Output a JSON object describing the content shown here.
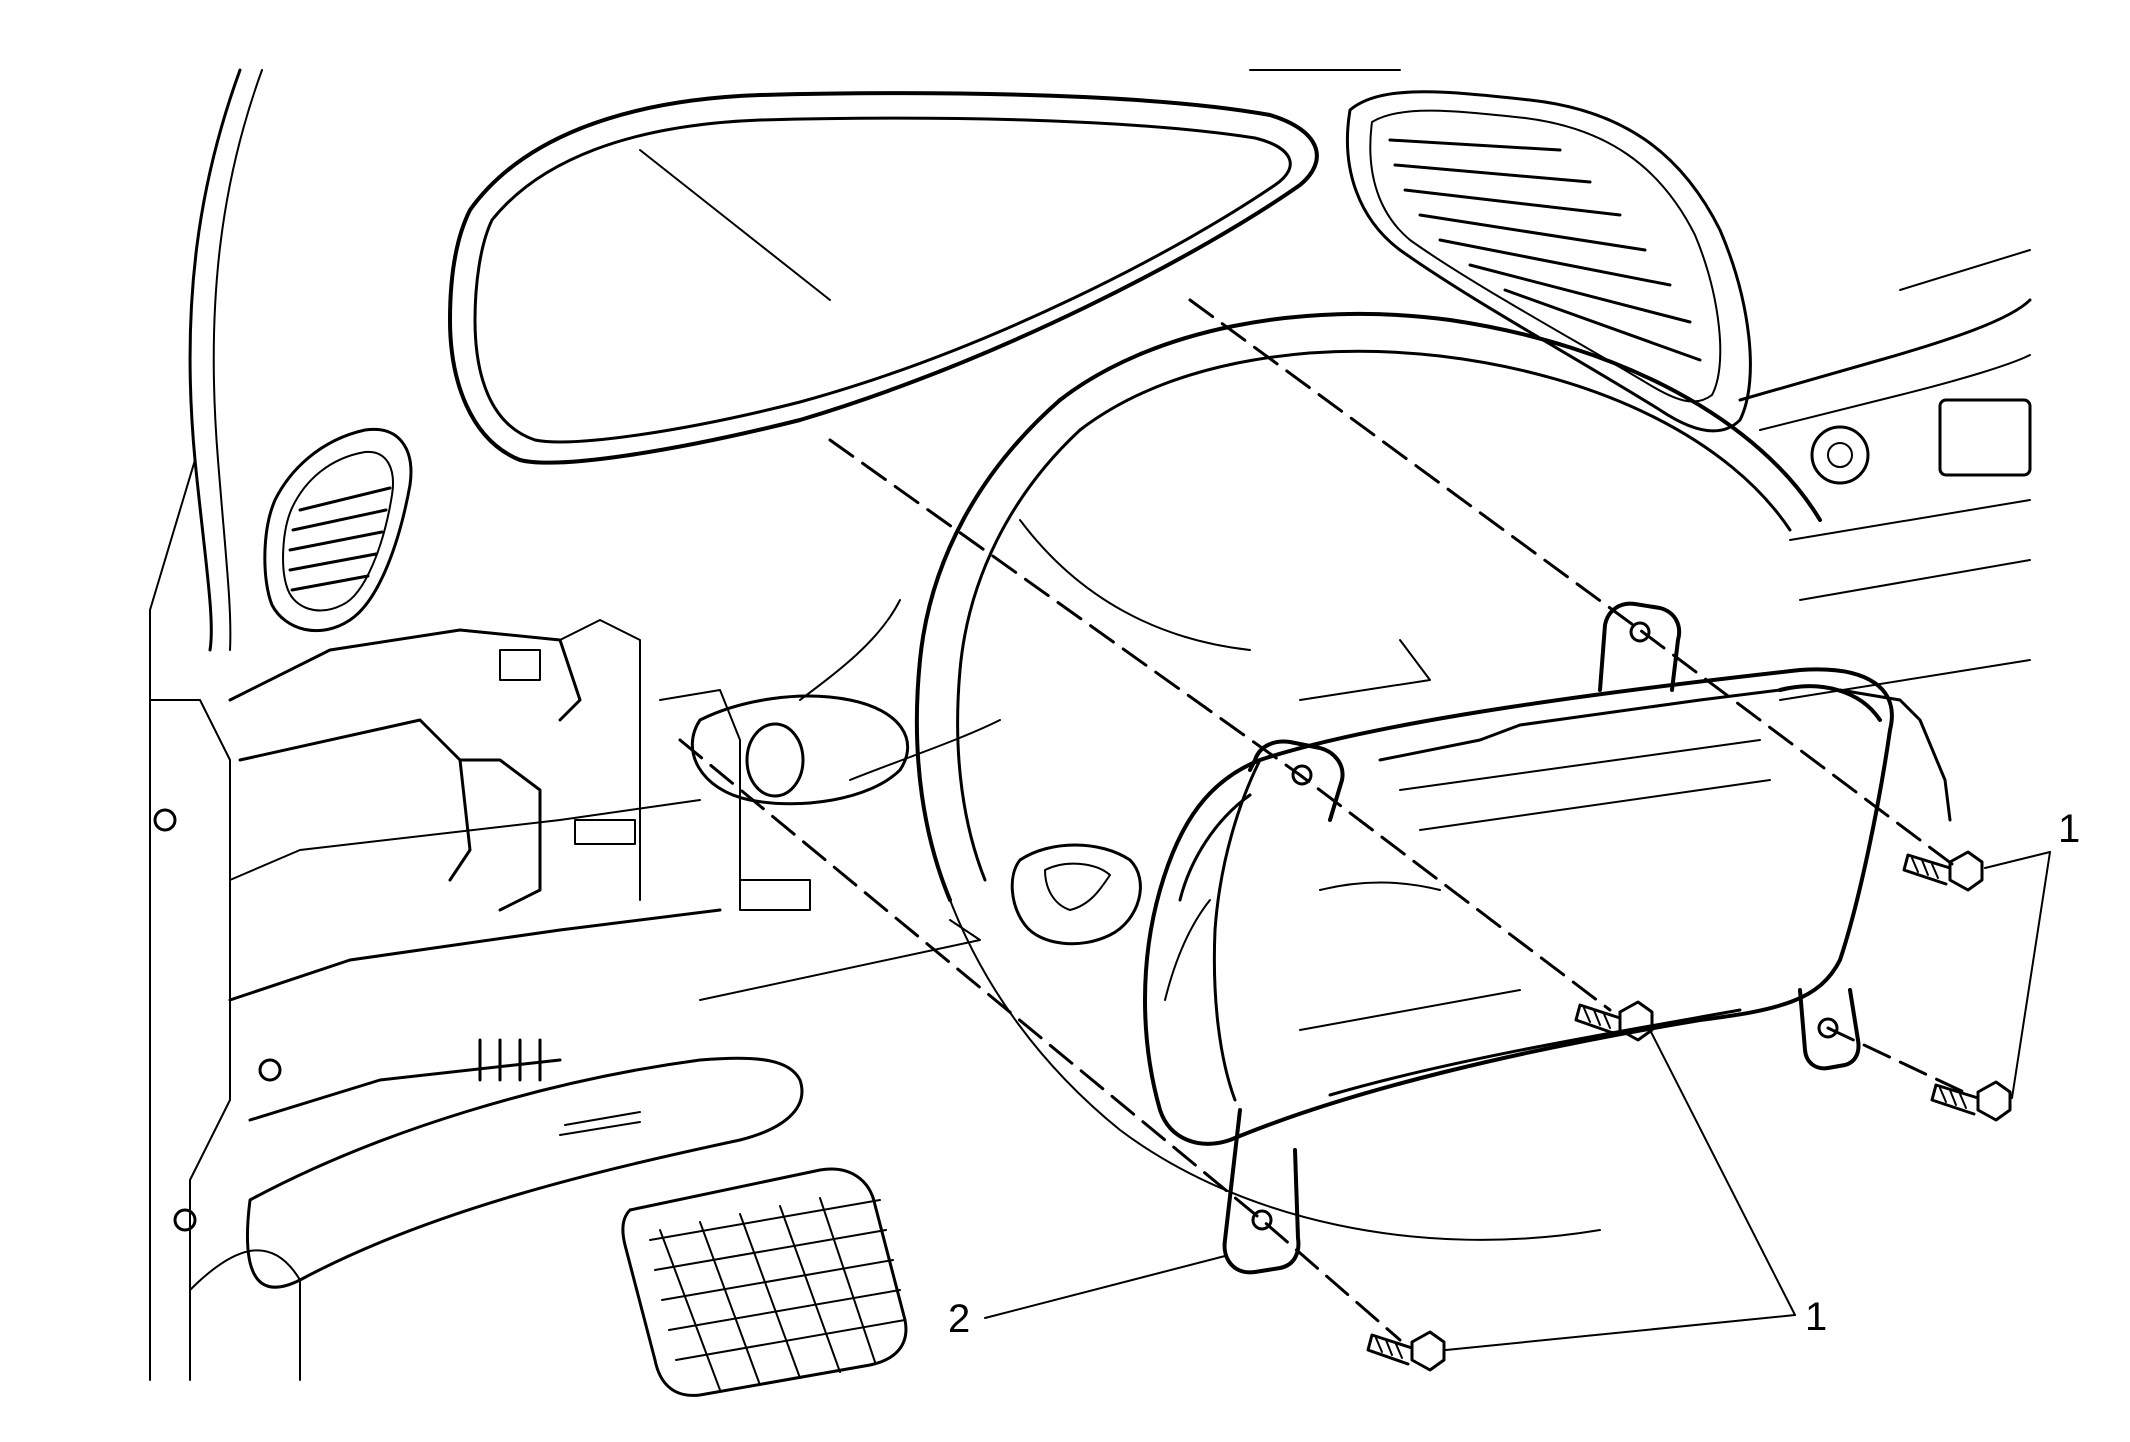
{
  "callouts": {
    "bolt_upper_right": "1",
    "bolt_lower_center": "1",
    "cluster": "2"
  },
  "colors": {
    "line": "#000000",
    "background": "#ffffff"
  }
}
